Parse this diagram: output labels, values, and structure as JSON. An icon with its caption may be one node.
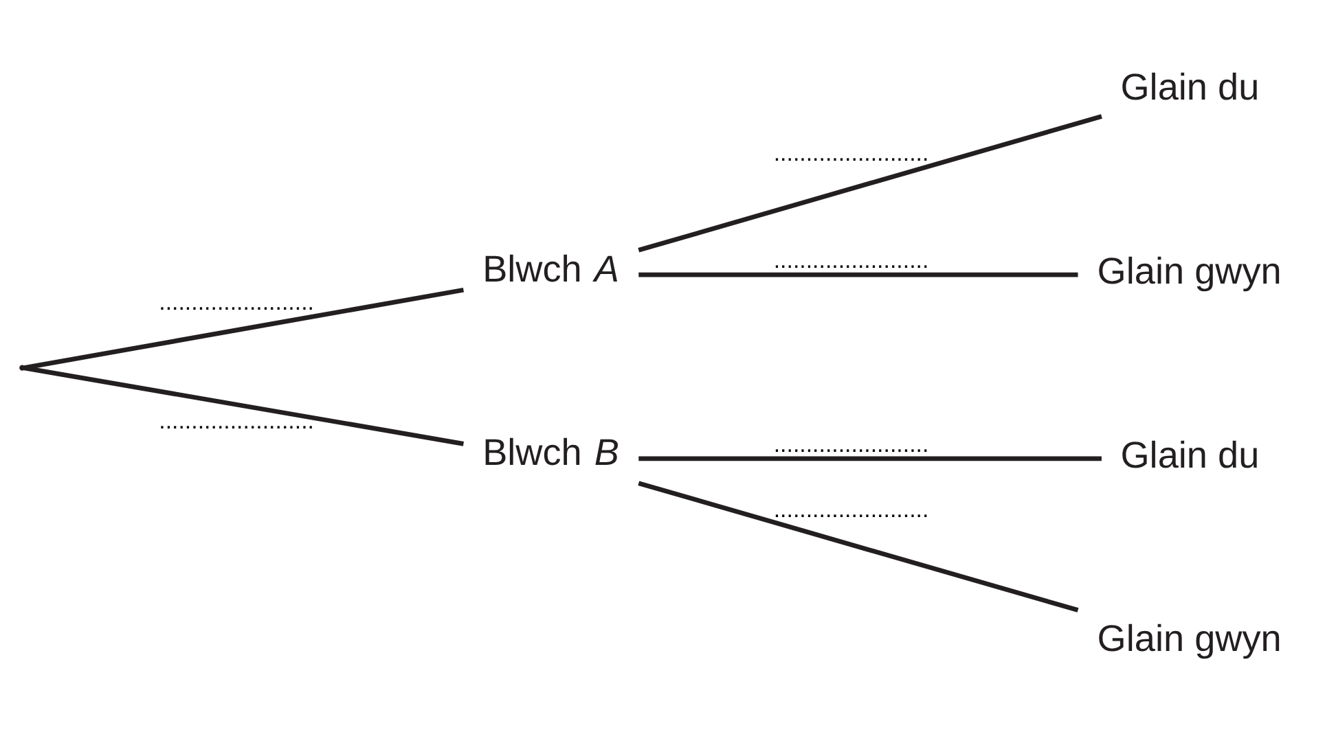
{
  "diagram": {
    "nodes": [
      {
        "text": [],
        "shape": "point"
      },
      {
        "text": [
          "Blwch *A*"
        ]
      },
      {
        "text": [
          "Blwch *B*"
        ]
      },
      {
        "text": [
          "Glain du"
        ]
      },
      {
        "text": [
          "Glain gwyn"
        ]
      },
      {
        "text": [
          "Glain du"
        ]
      },
      {
        "text": [
          "Glain gwyn"
        ]
      }
    ],
    "edges": [
      {
        "from": 0,
        "to": 1,
        "arrow": "none",
        "label": "........................"
      },
      {
        "from": 0,
        "to": 2,
        "arrow": "none",
        "label": "........................"
      },
      {
        "from": 1,
        "to": 3,
        "arrow": "none",
        "label": "........................"
      },
      {
        "from": 1,
        "to": 4,
        "arrow": "none",
        "label": "........................"
      },
      {
        "from": 2,
        "to": 5,
        "arrow": "none",
        "label": "........................"
      },
      {
        "from": 2,
        "to": 6,
        "arrow": "none",
        "label": "........................"
      }
    ]
  }
}
